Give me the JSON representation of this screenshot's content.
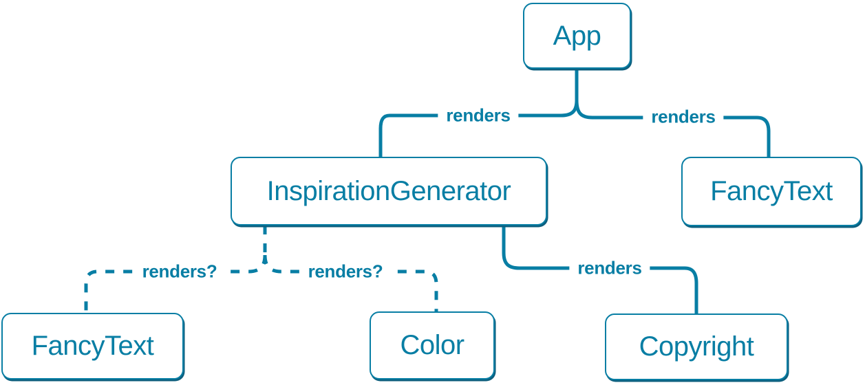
{
  "diagram": {
    "colors": {
      "accent": "#087ea4",
      "node_fill": "#ffffff",
      "shadow": "#0d5f7e",
      "background": "#ffffff"
    },
    "nodes": [
      {
        "id": "app",
        "label": "App"
      },
      {
        "id": "inspiration-generator",
        "label": "InspirationGenerator"
      },
      {
        "id": "fancy-text-top",
        "label": "FancyText"
      },
      {
        "id": "fancy-text-bottom",
        "label": "FancyText"
      },
      {
        "id": "color",
        "label": "Color"
      },
      {
        "id": "copyright",
        "label": "Copyright"
      }
    ],
    "edges": [
      {
        "from": "App",
        "to": "InspirationGenerator",
        "label": "renders",
        "style": "solid"
      },
      {
        "from": "App",
        "to": "FancyText",
        "label": "renders",
        "style": "solid"
      },
      {
        "from": "InspirationGenerator",
        "to": "FancyText",
        "label": "renders?",
        "style": "dashed"
      },
      {
        "from": "InspirationGenerator",
        "to": "Color",
        "label": "renders?",
        "style": "dashed"
      },
      {
        "from": "InspirationGenerator",
        "to": "Copyright",
        "label": "renders",
        "style": "solid"
      }
    ]
  }
}
